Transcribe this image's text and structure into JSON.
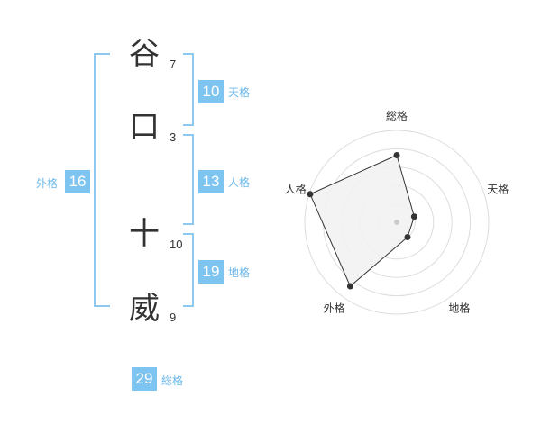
{
  "name_characters": [
    {
      "char": "谷",
      "strokes": "7"
    },
    {
      "char": "口",
      "strokes": "3"
    },
    {
      "char": "十",
      "strokes": "10"
    },
    {
      "char": "威",
      "strokes": "9"
    }
  ],
  "fortune": {
    "tenkaku": {
      "value": "10",
      "label": "天格"
    },
    "jinkaku": {
      "value": "13",
      "label": "人格"
    },
    "chikaku": {
      "value": "19",
      "label": "地格"
    },
    "gaikaku": {
      "value": "16",
      "label": "外格"
    },
    "soukaku": {
      "value": "29",
      "label": "総格"
    }
  },
  "chart_data": {
    "type": "radar",
    "axes": [
      "総格",
      "天格",
      "地格",
      "外格",
      "人格"
    ],
    "values": [
      0.73,
      0.2,
      0.2,
      0.86,
      0.99
    ],
    "range": [
      0,
      1
    ],
    "rings": 5,
    "colors": {
      "fill": "#f2f2f2",
      "line": "#333333",
      "grid": "#dddddd",
      "center": "#cccccc"
    }
  }
}
